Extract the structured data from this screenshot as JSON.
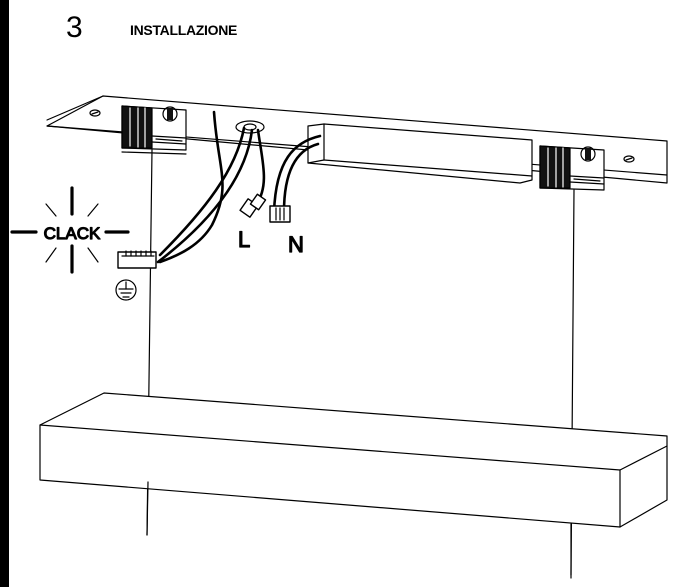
{
  "step": {
    "number": "3",
    "title": "INSTALLAZIONE"
  },
  "callouts": {
    "clack": "CLACK",
    "live": "L",
    "neutral": "N"
  },
  "icons": {
    "earth": "ground-symbol-icon",
    "screw": "screw-head-icon",
    "burst": "click-sound-burst-icon"
  },
  "colors": {
    "line": "#000000",
    "fill": "#ffffff",
    "connector_dark": "#111111"
  }
}
